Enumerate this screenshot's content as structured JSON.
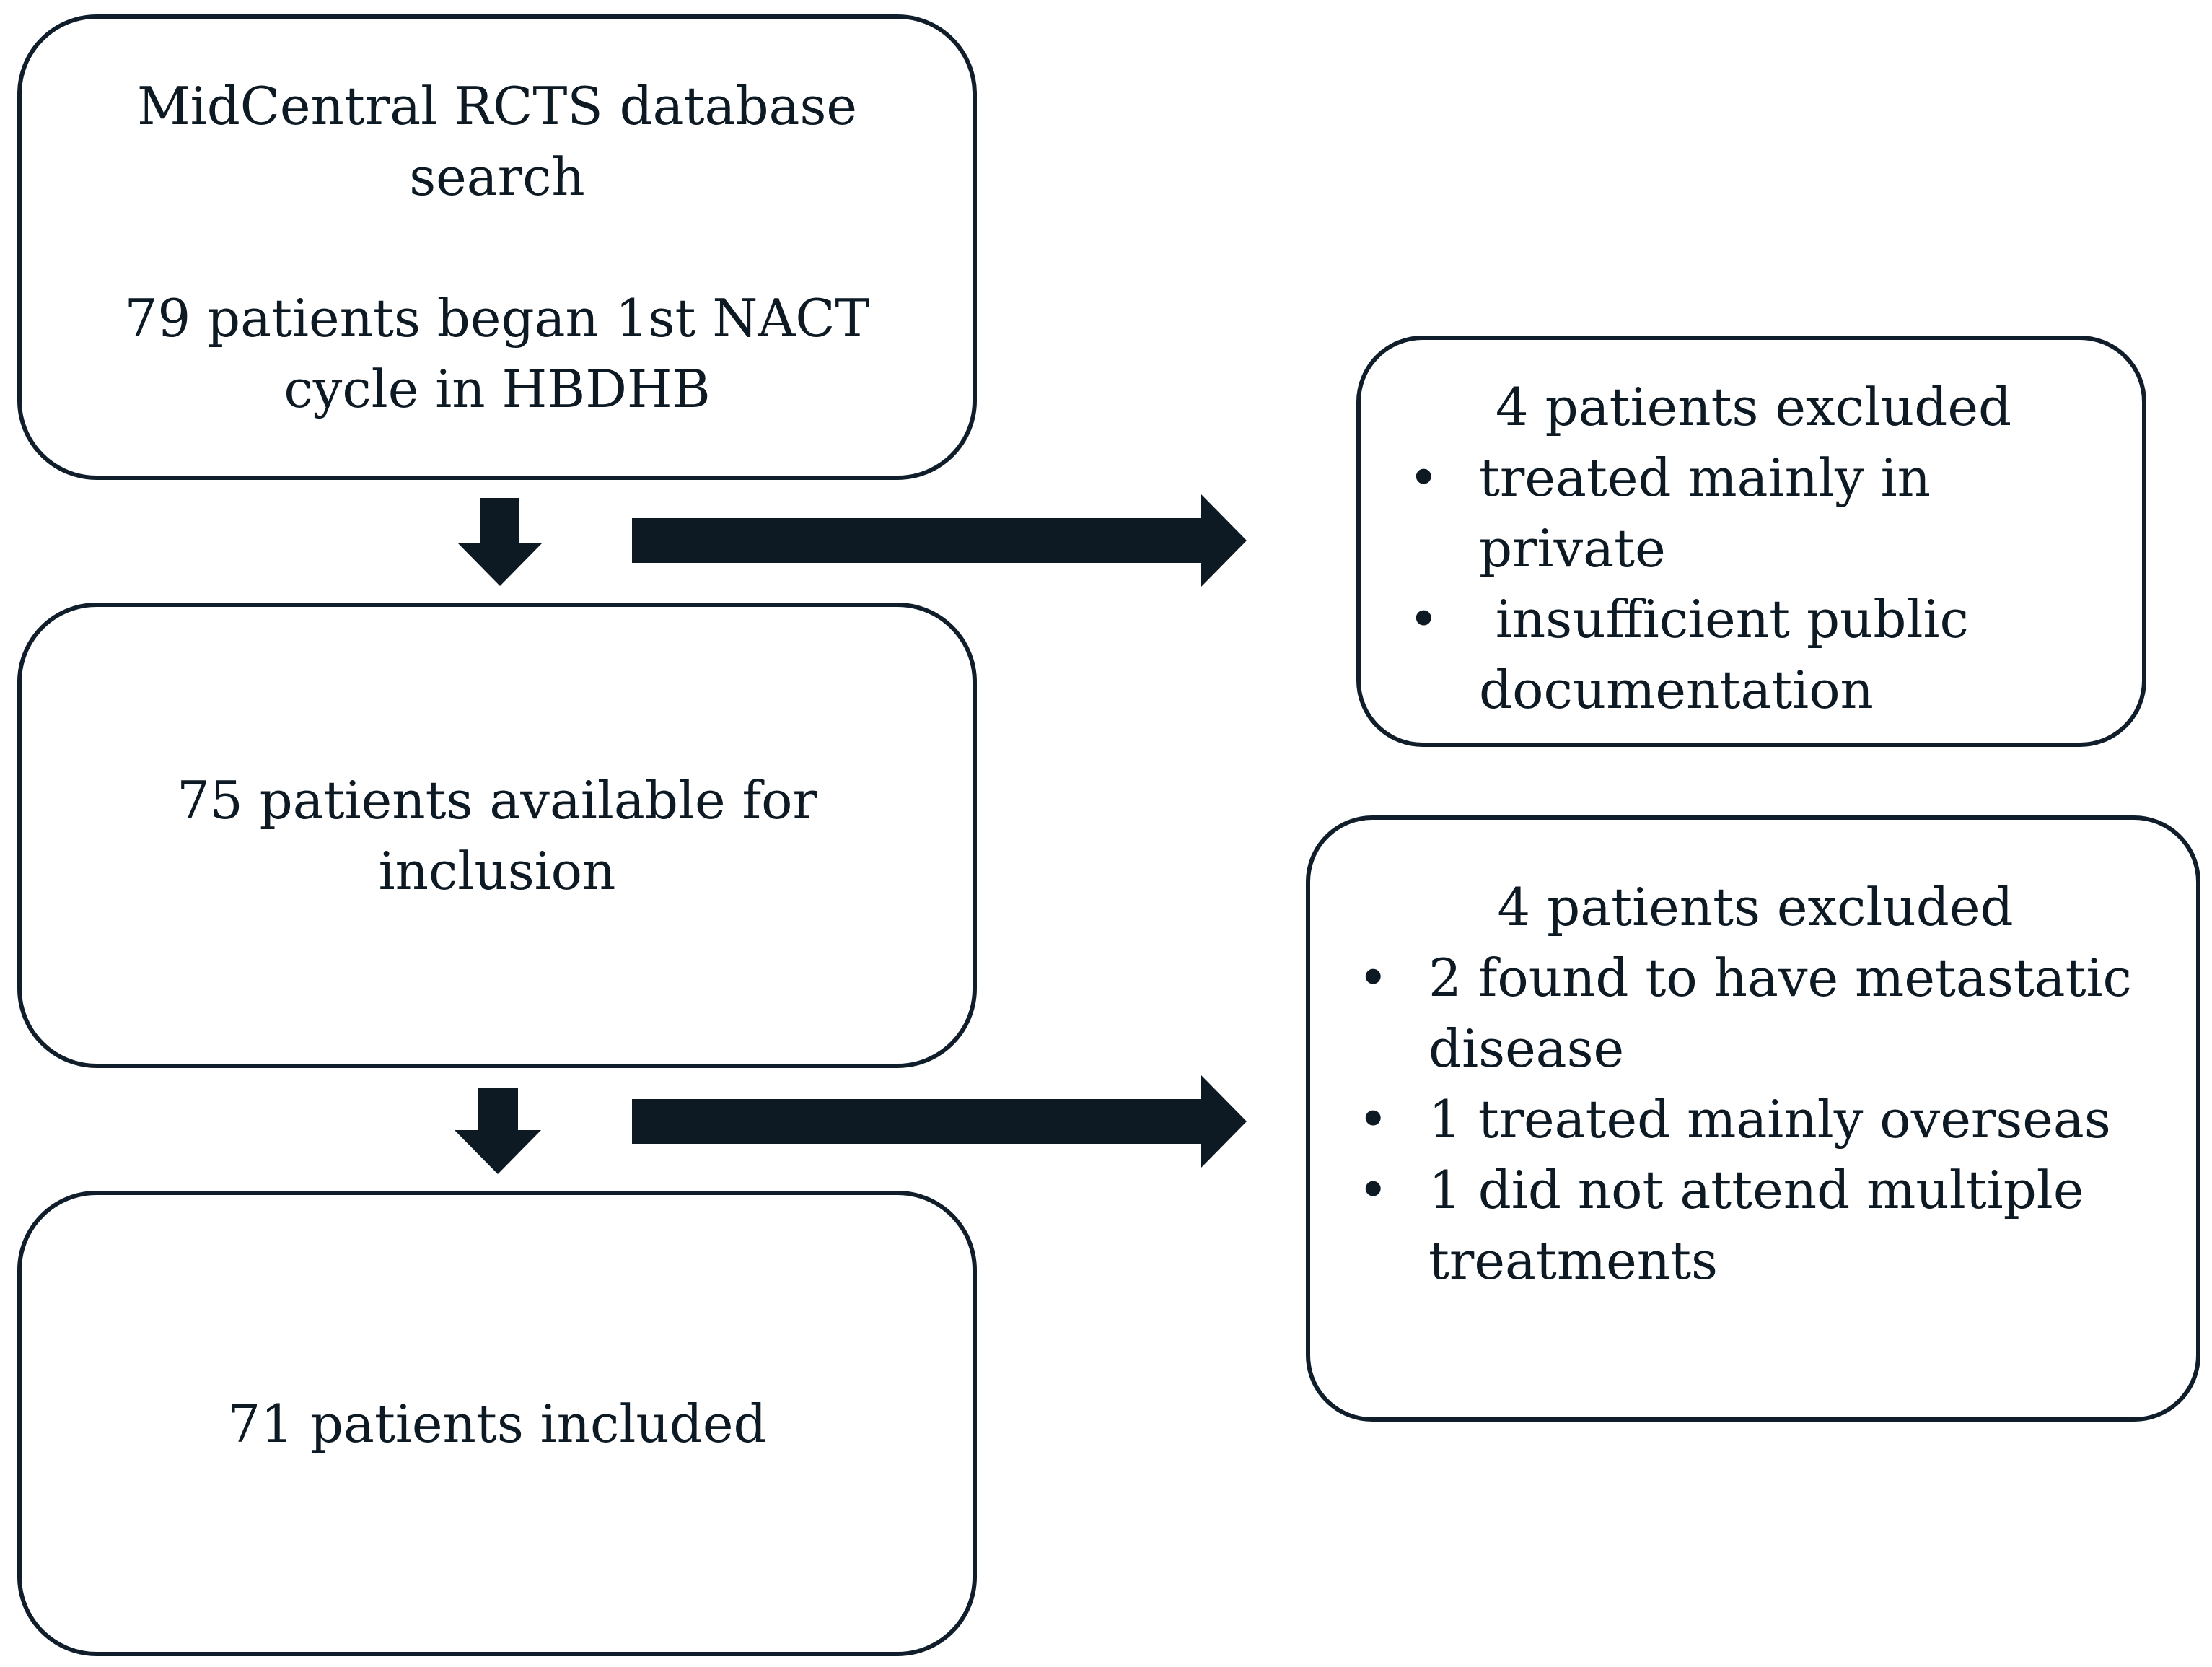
{
  "flow": {
    "box1": {
      "line1": "MidCentral RCTS database search",
      "line2": "79 patients began 1st NACT cycle in HBDHB"
    },
    "box2": {
      "text": "75 patients available for inclusion"
    },
    "box3": {
      "text": "71 patients included"
    }
  },
  "exclusions": {
    "first": {
      "title": "4 patients excluded",
      "items": [
        "treated mainly in private",
        " insufficient public documentation"
      ]
    },
    "second": {
      "title": "4 patients excluded",
      "items": [
        "2 found to have metastatic disease",
        "1 treated mainly overseas",
        "1 did not attend multiple treatments"
      ]
    }
  },
  "colors": {
    "arrow_fill": "#0d1a24",
    "border": "#0f1e2a"
  }
}
